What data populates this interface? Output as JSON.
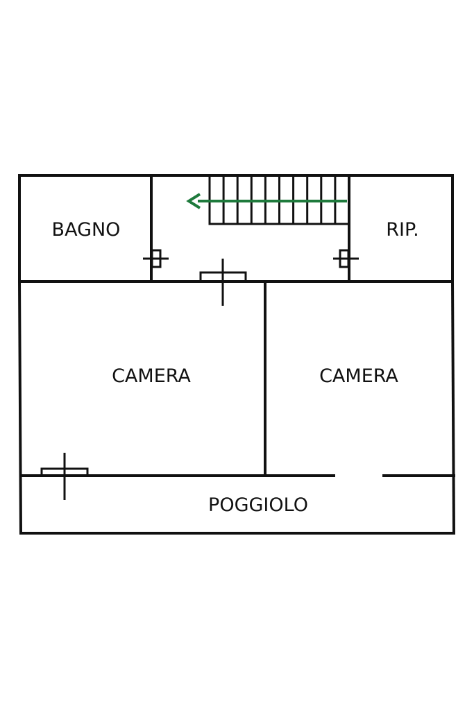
{
  "rooms": {
    "bathroom": "BAGNO",
    "storage": "RIP.",
    "bedroom_left": "CAMERA",
    "bedroom_right": "CAMERA",
    "balcony": "POGGIOLO"
  },
  "colors": {
    "walls": "#111111",
    "stair_arrow": "#1e7a3c",
    "background": "#ffffff"
  },
  "stairs": {
    "direction": "left",
    "step_count": 10
  }
}
